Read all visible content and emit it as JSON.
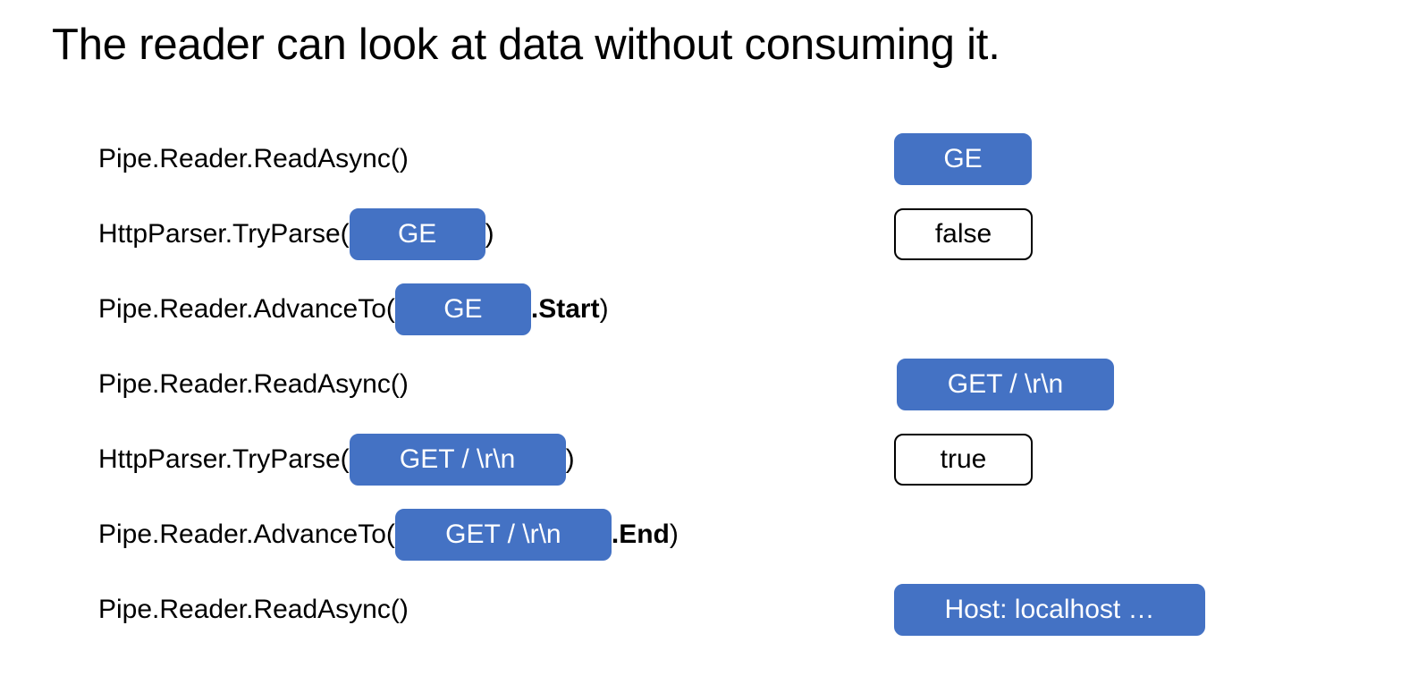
{
  "slide": {
    "title": "The reader can look at data without consuming it.",
    "background_color": "#FFFFFF",
    "accent_color": "#4472C4",
    "text_color": "#000000"
  },
  "calls": [
    {
      "prefix": "Pipe.Reader.ReadAsync()",
      "badge": null,
      "suffix": ""
    },
    {
      "prefix": "HttpParser.TryParse(",
      "badge": "GE",
      "suffix": ")"
    },
    {
      "prefix": "Pipe.Reader.AdvanceTo(",
      "badge": "GE",
      "suffix": ".Start",
      "suffix_close": ")"
    },
    {
      "prefix": "Pipe.Reader.ReadAsync()",
      "badge": null,
      "suffix": ""
    },
    {
      "prefix": "HttpParser.TryParse(",
      "badge": "GET / \\r\\n",
      "suffix": ")"
    },
    {
      "prefix": "Pipe.Reader.AdvanceTo(",
      "badge": "GET / \\r\\n",
      "suffix": ".End",
      "suffix_close": ")"
    },
    {
      "prefix": "Pipe.Reader.ReadAsync()",
      "badge": null,
      "suffix": ""
    }
  ],
  "results": [
    {
      "label": "GE",
      "style": "filled"
    },
    {
      "label": "false",
      "style": "outline"
    },
    {
      "label": "",
      "style": "none"
    },
    {
      "label": "GET / \\r\\n",
      "style": "filled"
    },
    {
      "label": "true",
      "style": "outline"
    },
    {
      "label": "",
      "style": "none"
    },
    {
      "label": "Host: localhost …",
      "style": "filled"
    }
  ]
}
